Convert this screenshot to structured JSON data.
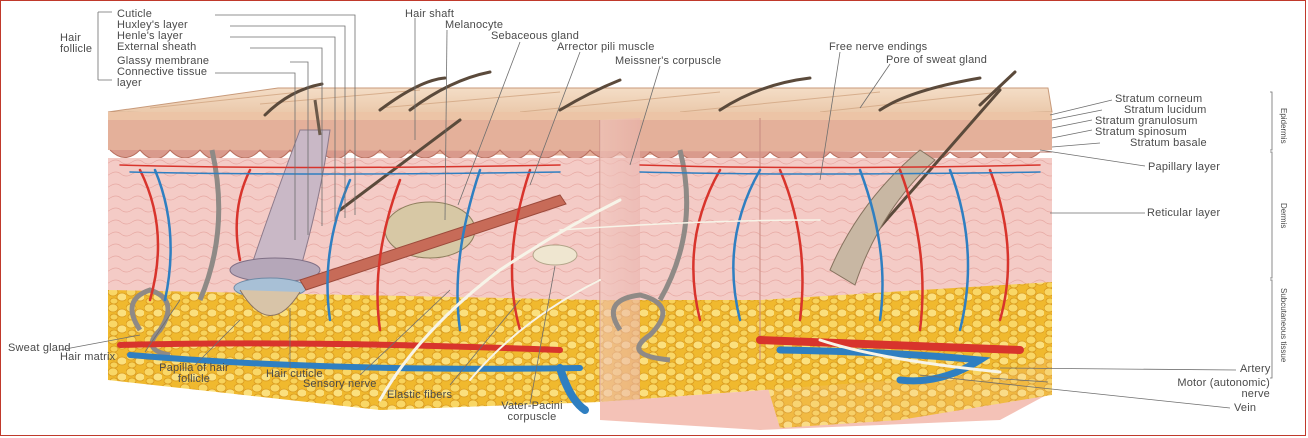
{
  "labels": {
    "hair_follicle": "Hair follicle",
    "cuticle": "Cuticle",
    "huxleys_layer": "Huxley's layer",
    "henles_layer": "Henle's layer",
    "external_sheath": "External sheath",
    "glassy_membrane": "Glassy membrane",
    "connective_tissue_layer": "Connective tissue layer",
    "hair_shaft": "Hair shaft",
    "melanocyte": "Melanocyte",
    "sebaceous_gland": "Sebaceous gland",
    "arrector_pili_muscle": "Arrector pili muscle",
    "meissners_corpuscle": "Meissner's corpuscle",
    "free_nerve_endings": "Free nerve endings",
    "pore_of_sweat_gland": "Pore of sweat gland",
    "stratum_corneum": "Stratum corneum",
    "stratum_lucidum": "Stratum lucidum",
    "stratum_granulosum": "Stratum granulosum",
    "stratum_spinosum": "Stratum spinosum",
    "stratum_basale": "Stratum basale",
    "papillary_layer": "Papillary layer",
    "reticular_layer": "Reticular layer",
    "artery": "Artery",
    "motor_nerve": "Motor (autonomic) nerve",
    "vein": "Vein",
    "sweat_gland": "Sweat gland",
    "hair_matrix": "Hair matrix",
    "papilla_of_hair_follicle": "Papilla of hair follicle",
    "hair_cuticle": "Hair cuticle",
    "sensory_nerve": "Sensory nerve",
    "elastic_fibers": "Elastic fibers",
    "vater_pacini_corpuscle": "Vater-Pacini corpuscle"
  },
  "region_labels": {
    "epidermis": "Epidermis",
    "dermis": "Dermis",
    "subcutaneous_tissue": "Subcutaneous tissue"
  },
  "colors": {
    "artery": "#d8342c",
    "vein": "#2f7fc1",
    "nerve": "#f2efe2",
    "fat": "#f5c842",
    "dermis": "#f3c4c0",
    "epidermis": "#e9b89a",
    "frame": "#c0392b"
  }
}
